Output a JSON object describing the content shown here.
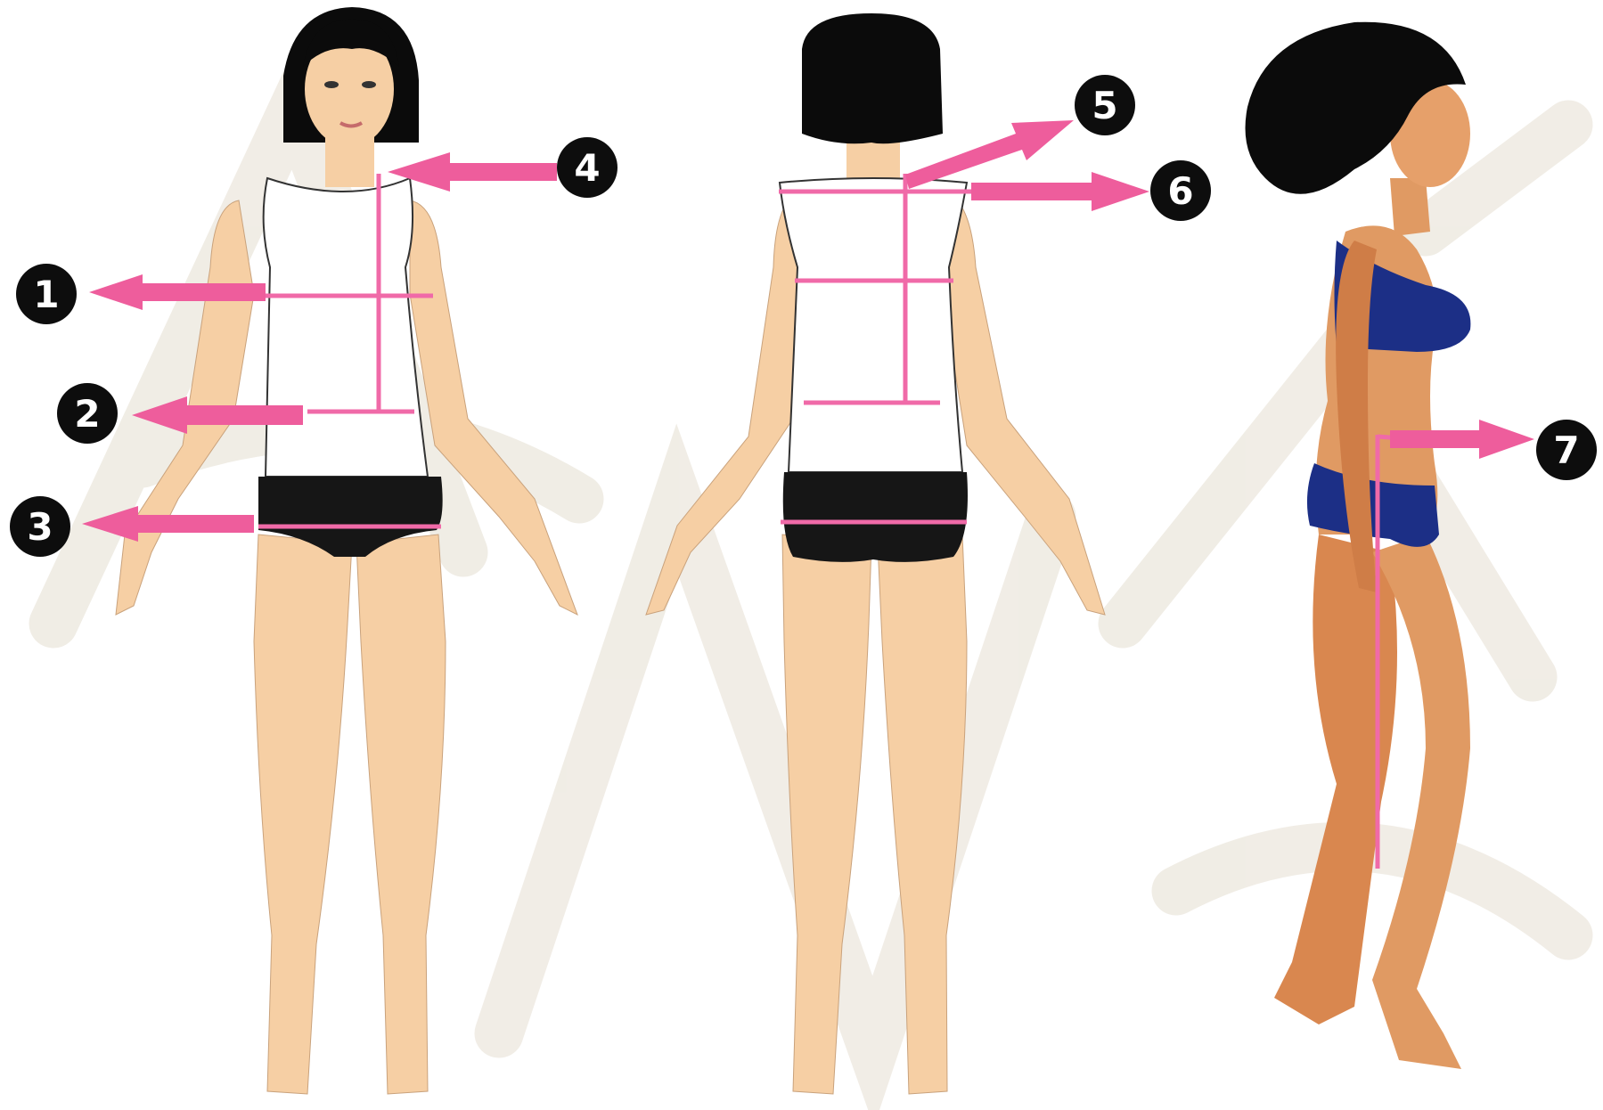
{
  "colors": {
    "background": "#ffffff",
    "measure_line": "#f06aa8",
    "arrow": "#ee5d9c",
    "badge_fill": "#0d0d0d",
    "badge_text": "#ffffff",
    "skin": "#f6cfa4",
    "skin_side": "#e0965f",
    "hair": "#0b0b0b",
    "top_white": "#ffffff",
    "briefs_black": "#161616",
    "bikini_blue": "#1c2f86",
    "watermark": "#ece7dd"
  },
  "figures": [
    {
      "id": "front",
      "view": "front"
    },
    {
      "id": "back",
      "view": "back"
    },
    {
      "id": "side",
      "view": "side"
    }
  ],
  "markers": [
    {
      "number": "1",
      "figure": "front"
    },
    {
      "number": "2",
      "figure": "front"
    },
    {
      "number": "3",
      "figure": "front"
    },
    {
      "number": "4",
      "figure": "front"
    },
    {
      "number": "5",
      "figure": "back"
    },
    {
      "number": "6",
      "figure": "back"
    },
    {
      "number": "7",
      "figure": "side"
    }
  ]
}
